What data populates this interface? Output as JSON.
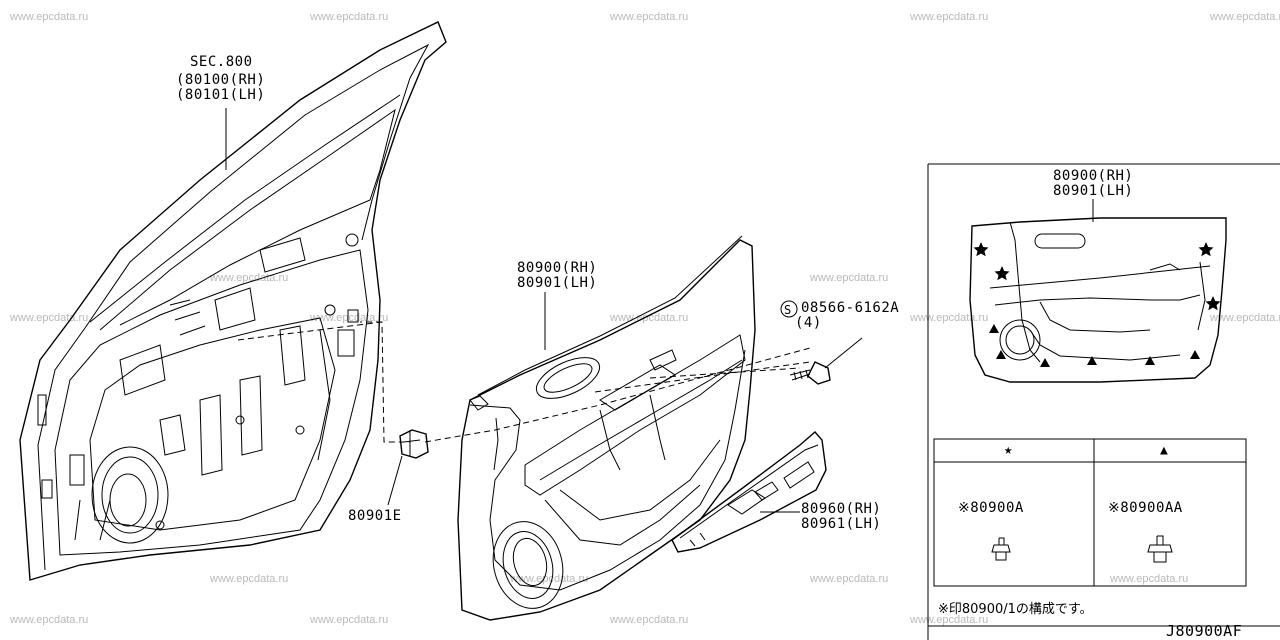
{
  "watermark": "www.epcdata.ru",
  "labels": {
    "sec": "SEC.800",
    "shell_rh": "(80100(RH)",
    "shell_lh": "(80101(LH)",
    "trim_rh": "80900(RH)",
    "trim_lh": "80901(LH)",
    "screw_part": "08566-6162A",
    "screw_qty": "(4)",
    "clip_part": "80901E",
    "switch_rh": "80960(RH)",
    "switch_lh": "80961(LH)",
    "inset_rh": "80900(RH)",
    "inset_lh": "80901(LH)",
    "code_a": "※80900A",
    "code_aa": "※80900AA",
    "note": "※印80900/1の構成です。",
    "diagram_id": "J80900AF"
  },
  "legend": {
    "star_symbol": "★",
    "triangle_symbol": "▲"
  }
}
